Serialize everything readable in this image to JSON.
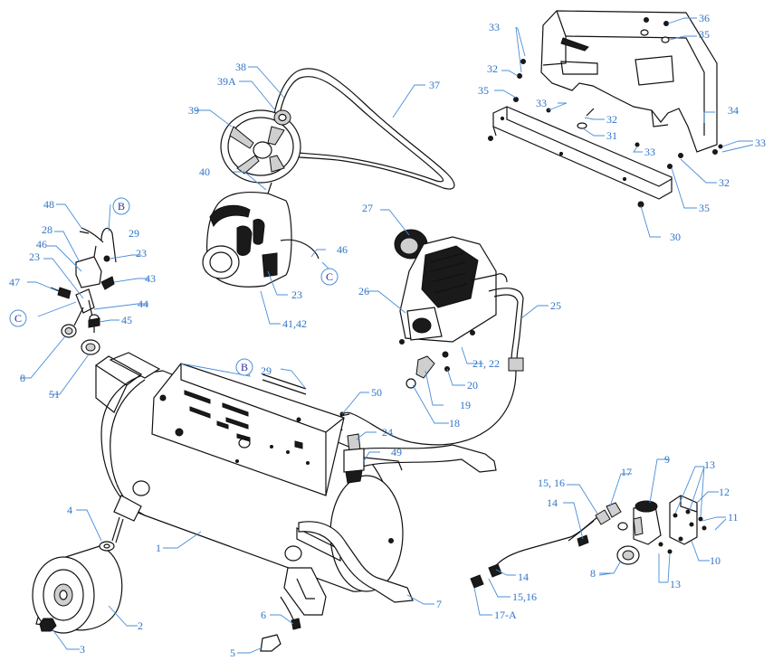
{
  "callouts": [
    {
      "id": "c1",
      "text": "1"
    },
    {
      "id": "c2",
      "text": "2"
    },
    {
      "id": "c3",
      "text": "3"
    },
    {
      "id": "c4",
      "text": "4"
    },
    {
      "id": "c5",
      "text": "5"
    },
    {
      "id": "c6",
      "text": "6"
    },
    {
      "id": "c7",
      "text": "7"
    },
    {
      "id": "c8a",
      "text": "8"
    },
    {
      "id": "c8b",
      "text": "8"
    },
    {
      "id": "c9",
      "text": "9"
    },
    {
      "id": "c10",
      "text": "10"
    },
    {
      "id": "c11",
      "text": "11"
    },
    {
      "id": "c12",
      "text": "12"
    },
    {
      "id": "c13a",
      "text": "13"
    },
    {
      "id": "c13b",
      "text": "13"
    },
    {
      "id": "c14a",
      "text": "14"
    },
    {
      "id": "c14b",
      "text": "14"
    },
    {
      "id": "c1516a",
      "text": "15, 16"
    },
    {
      "id": "c1516b",
      "text": "15,16"
    },
    {
      "id": "c17",
      "text": "17"
    },
    {
      "id": "c17a",
      "text": "17-A"
    },
    {
      "id": "c18",
      "text": "18"
    },
    {
      "id": "c19",
      "text": "19"
    },
    {
      "id": "c20",
      "text": "20"
    },
    {
      "id": "c2122",
      "text": "21, 22"
    },
    {
      "id": "c23a",
      "text": "23"
    },
    {
      "id": "c23b",
      "text": "23"
    },
    {
      "id": "c23c",
      "text": "23"
    },
    {
      "id": "c24",
      "text": "24"
    },
    {
      "id": "c25",
      "text": "25"
    },
    {
      "id": "c26",
      "text": "26"
    },
    {
      "id": "c27",
      "text": "27"
    },
    {
      "id": "c28",
      "text": "28"
    },
    {
      "id": "c29a",
      "text": "29"
    },
    {
      "id": "c29b",
      "text": "29"
    },
    {
      "id": "c30",
      "text": "30"
    },
    {
      "id": "c31",
      "text": "31"
    },
    {
      "id": "c32a",
      "text": "32"
    },
    {
      "id": "c32b",
      "text": "32"
    },
    {
      "id": "c32c",
      "text": "32"
    },
    {
      "id": "c33a",
      "text": "33"
    },
    {
      "id": "c33b",
      "text": "33"
    },
    {
      "id": "c33c",
      "text": "33"
    },
    {
      "id": "c33d",
      "text": "33"
    },
    {
      "id": "c34",
      "text": "34"
    },
    {
      "id": "c35a",
      "text": "35"
    },
    {
      "id": "c35b",
      "text": "35"
    },
    {
      "id": "c35c",
      "text": "35"
    },
    {
      "id": "c36",
      "text": "36"
    },
    {
      "id": "c37",
      "text": "37"
    },
    {
      "id": "c38",
      "text": "38"
    },
    {
      "id": "c39a",
      "text": "39A"
    },
    {
      "id": "c39",
      "text": "39"
    },
    {
      "id": "c40",
      "text": "40"
    },
    {
      "id": "c4142",
      "text": "41,42"
    },
    {
      "id": "c43",
      "text": "43"
    },
    {
      "id": "c44",
      "text": "44"
    },
    {
      "id": "c45",
      "text": "45"
    },
    {
      "id": "c46a",
      "text": "46"
    },
    {
      "id": "c46b",
      "text": "46"
    },
    {
      "id": "c47",
      "text": "47"
    },
    {
      "id": "c48",
      "text": "48"
    },
    {
      "id": "c49",
      "text": "49"
    },
    {
      "id": "c50",
      "text": "50"
    },
    {
      "id": "c51",
      "text": "51"
    }
  ],
  "connectors": [
    {
      "id": "B1",
      "text": "B"
    },
    {
      "id": "B2",
      "text": "B"
    },
    {
      "id": "C1",
      "text": "C"
    },
    {
      "id": "C2",
      "text": "C"
    }
  ],
  "colors": {
    "callout": "#2f74c8",
    "leader": "#4a8fd8",
    "connector_text": "#2a2aa8",
    "line": "#111111"
  }
}
